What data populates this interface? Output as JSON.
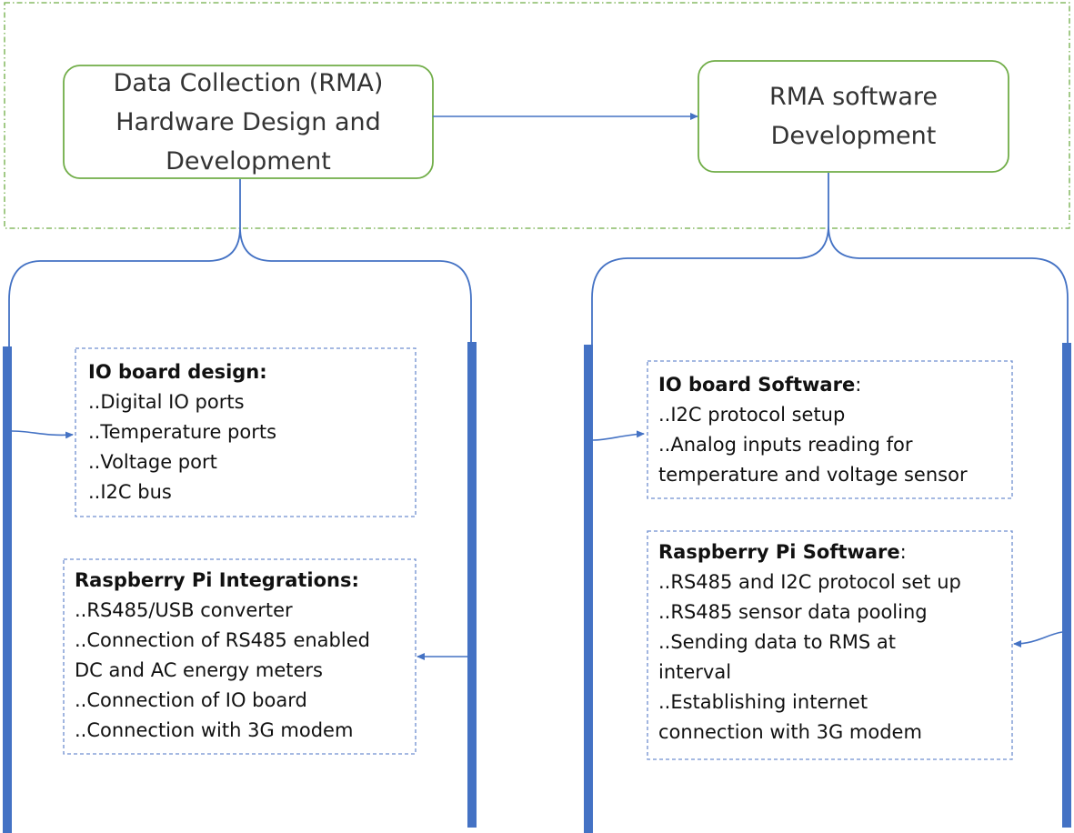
{
  "top": {
    "hardware": {
      "lines": [
        "Data Collection (RMA)",
        "Hardware Design and",
        "Development"
      ]
    },
    "software": {
      "lines": [
        "RMA software",
        "Development"
      ]
    }
  },
  "left": {
    "io_board": {
      "heading": "IO board design:",
      "items": [
        "..Digital IO ports",
        "..Temperature ports",
        "..Voltage port",
        "..I2C bus"
      ]
    },
    "pi": {
      "heading": "Raspberry Pi Integrations:",
      "items": [
        "..RS485/USB converter",
        "..Connection of RS485 enabled",
        "DC and AC energy meters",
        "..Connection of IO board",
        "..Connection with 3G modem"
      ]
    }
  },
  "right": {
    "io_board": {
      "heading": "IO board Software",
      "heading_suffix": ":",
      "items": [
        "..I2C protocol setup",
        "..Analog inputs reading for",
        "temperature and voltage sensor"
      ]
    },
    "pi": {
      "heading": "Raspberry Pi Software",
      "heading_suffix": ":",
      "items": [
        "..RS485 and I2C protocol set up",
        "..RS485 sensor data pooling",
        "..Sending data to RMS at",
        "interval",
        "..Establishing internet",
        "connection with 3G modem"
      ]
    }
  },
  "colors": {
    "green_border": "#70ad47",
    "blue_line": "#4472c4",
    "dashed_blue": "#6f8fd0"
  }
}
